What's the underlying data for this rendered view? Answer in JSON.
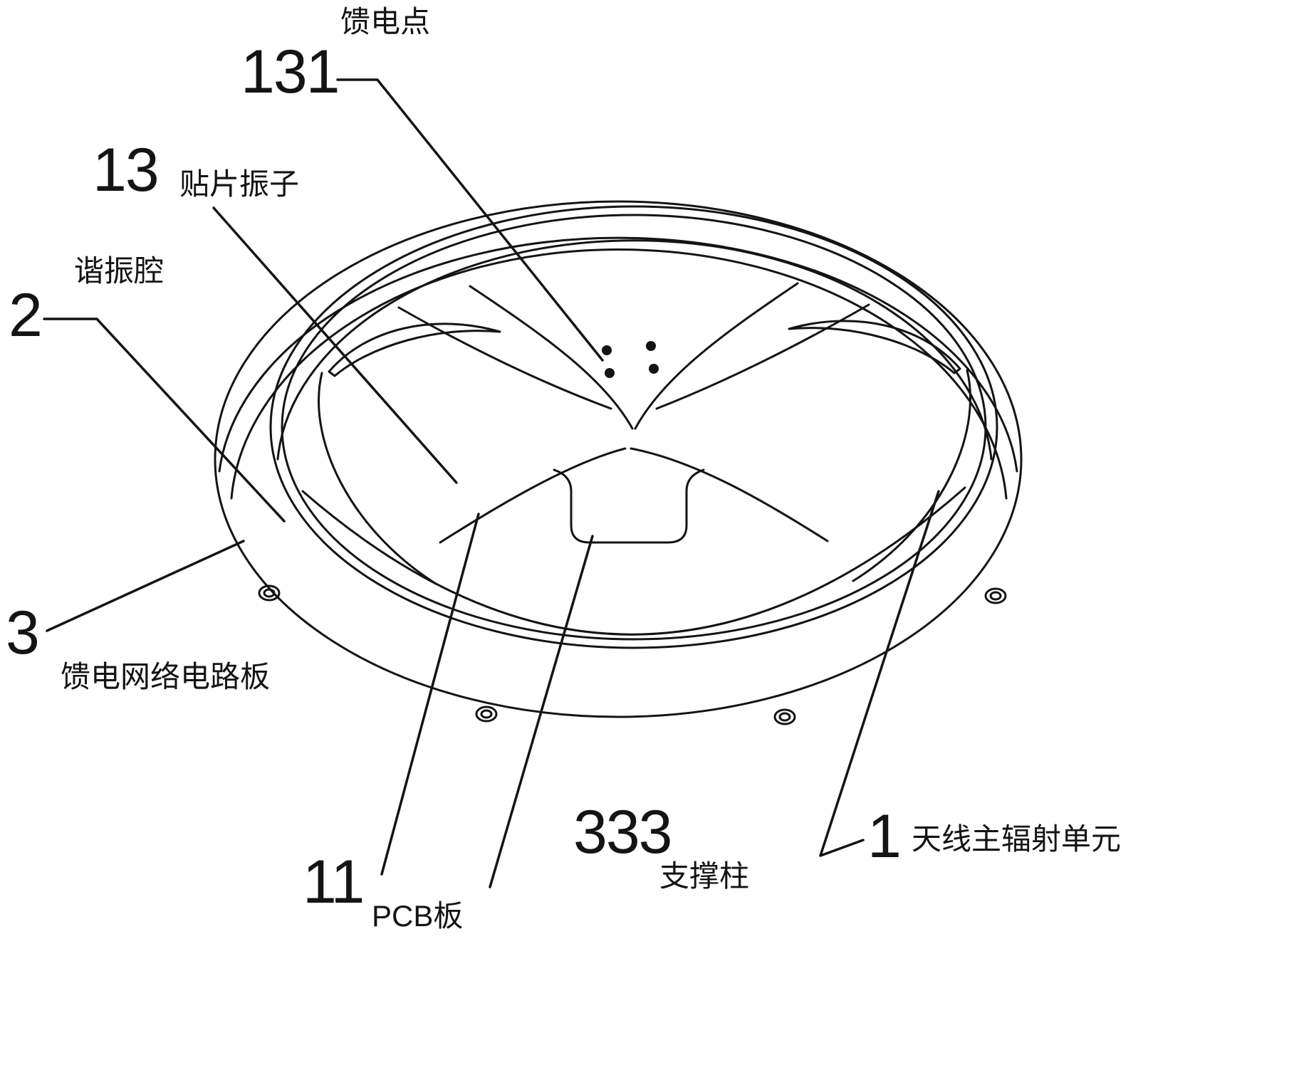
{
  "figure": {
    "background_color": "#ffffff",
    "line_color": "#141414"
  },
  "callouts": {
    "c131": {
      "number": "131",
      "label": "馈电点"
    },
    "c13": {
      "number": "13",
      "label": "贴片振子"
    },
    "c2": {
      "number": "2",
      "label": "谐振腔"
    },
    "c3": {
      "number": "3",
      "label": "馈电网络电路板"
    },
    "c11": {
      "number": "11",
      "label": "PCB板"
    },
    "c333": {
      "number": "333",
      "label": "支撑柱"
    },
    "c1": {
      "number": "1",
      "label": "天线主辐射单元"
    }
  }
}
